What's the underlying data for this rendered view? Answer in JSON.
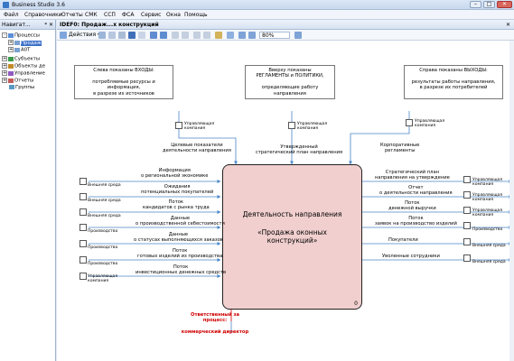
{
  "window": {
    "title": "Business Studio 3.6",
    "minimize": "–",
    "maximize": "□",
    "close": "✕"
  },
  "menu": [
    "Файл",
    "Справочники",
    "Отчеты",
    "СМК",
    "ССП",
    "ФСА",
    "Сервис",
    "Окна",
    "Помощь"
  ],
  "navigator": {
    "title": "Навигат...",
    "pin": "ᵠ",
    "close": "✕",
    "items": [
      {
        "label": "Процессы",
        "expander": "-",
        "icon_color": "#5a8fd8"
      },
      {
        "label": "Продаж",
        "expander": "+",
        "icon_color": "#7aa0d0"
      },
      {
        "label": "A0T",
        "expander": "+",
        "icon_color": "#7aa0d0"
      },
      {
        "label": "Субъекты",
        "expander": "+",
        "icon_color": "#3b9a4a"
      },
      {
        "label": "Объекты де",
        "expander": "+",
        "icon_color": "#c28b2a"
      },
      {
        "label": "Управление",
        "expander": "+",
        "icon_color": "#8f5ac2"
      },
      {
        "label": "Отчеты",
        "expander": "+",
        "icon_color": "#c25a5a"
      },
      {
        "label": "Группы",
        "expander": "",
        "icon_color": "#5a9ac2"
      }
    ]
  },
  "document": {
    "tab_title": "IDEF0: Продаж...х конструкций",
    "close": "✕",
    "toolbar": {
      "actions_label": "Действия",
      "actions_arrow": "▾",
      "zoom": "80%"
    }
  },
  "diagram": {
    "notes": {
      "left": "Слева показаны ВХОДЫ:\n\nпотребляемые ресурсы и информация,\nв разрезе их источников",
      "center": "Вверху показаны\nРЕГЛАМЕНТЫ и ПОЛИТИКИ,\n\nопределяющие работу направления",
      "right": "Справа показаны ВЫХОДЫ:\n\nрезультаты работы направления,\nв разрезе их потребителей"
    },
    "main_box": {
      "line1": "Деятельность направления",
      "line2": "«Продажа оконных\nконструкций»",
      "number": "0"
    },
    "controls": [
      {
        "source": "Управляющая\nкомпания",
        "label": "Целевые показатели\nдеятельности направления"
      },
      {
        "source": "Управляющая\nкомпания",
        "label": "Утвержденный\nстратегический план направления"
      },
      {
        "source": "Управляющая\nкомпания",
        "label": "Корпоративные\nрегламенты"
      }
    ],
    "inputs": [
      {
        "source": "Внешняя среда",
        "label": "Информация\nо региональной экономике"
      },
      {
        "source": "Внешняя среда",
        "label": "Ожидания\nпотенциальных покупателей"
      },
      {
        "source": "Внешняя среда",
        "label": "Поток\nкандидатов с рынка труда"
      },
      {
        "source": "Производство",
        "label": "Данные\nо производственной себестоимости"
      },
      {
        "source": "Производство",
        "label": "Данные\nо статусах выполняющихся заказов"
      },
      {
        "source": "Производство",
        "label": "Поток\nготовых изделий из производства"
      },
      {
        "source": "Управляющая\nкомпания",
        "label": "Поток\nинвестиционных денежных средств"
      }
    ],
    "outputs": [
      {
        "target": "Управляющая\nкомпания",
        "label": "Стратегический план\nнаправления на утверждение"
      },
      {
        "target": "Управляющая\nкомпания",
        "label": "Отчет\nо деятельности направления"
      },
      {
        "target": "Управляющая\nкомпания",
        "label": "Поток\nденежной выручки"
      },
      {
        "target": "Производство",
        "label": "Поток\nзаявок на производство изделий"
      },
      {
        "target": "Внешняя среда",
        "label": "Покупатели"
      },
      {
        "target": "Внешняя среда",
        "label": "Уволенные сотрудники"
      }
    ],
    "responsible": "Ответственный за\nпроцесс:\n\nкоммерческий директор"
  }
}
